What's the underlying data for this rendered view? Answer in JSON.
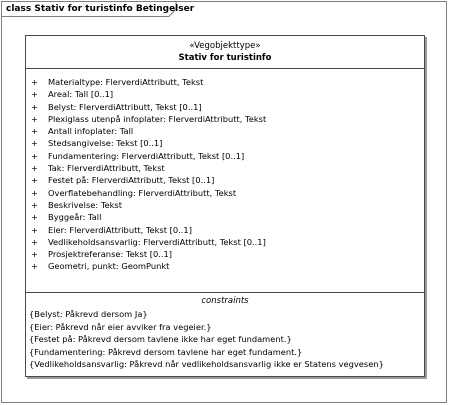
{
  "frame": {
    "title": "class Stativ for turistinfo Betingelser"
  },
  "class": {
    "stereotype": "«Vegobjekttype»",
    "name": "Stativ for turistinfo",
    "attributes": [
      {
        "visibility": "+",
        "text": "Materialtype: FlerverdiAttributt, Tekst"
      },
      {
        "visibility": "+",
        "text": "Areal: Tall [0..1]"
      },
      {
        "visibility": "+",
        "text": "Belyst: FlerverdiAttributt, Tekst [0..1]"
      },
      {
        "visibility": "+",
        "text": "Plexiglass utenpå infoplater: FlerverdiAttributt, Tekst"
      },
      {
        "visibility": "+",
        "text": "Antall infoplater: Tall"
      },
      {
        "visibility": "+",
        "text": "Stedsangivelse: Tekst [0..1]"
      },
      {
        "visibility": "+",
        "text": "Fundamentering: FlerverdiAttributt, Tekst [0..1]"
      },
      {
        "visibility": "+",
        "text": "Tak: FlerverdiAttributt, Tekst"
      },
      {
        "visibility": "+",
        "text": "Festet på: FlerverdiAttributt, Tekst [0..1]"
      },
      {
        "visibility": "+",
        "text": "Overflatebehandling: FlerverdiAttributt, Tekst"
      },
      {
        "visibility": "+",
        "text": "Beskrivelse: Tekst"
      },
      {
        "visibility": "+",
        "text": "Byggeår: Tall"
      },
      {
        "visibility": "+",
        "text": "Eier: FlerverdiAttributt, Tekst [0..1]"
      },
      {
        "visibility": "+",
        "text": "Vedlikeholdsansvarlig: FlerverdiAttributt, Tekst [0..1]"
      },
      {
        "visibility": "+",
        "text": "Prosjektreferanse: Tekst [0..1]"
      },
      {
        "visibility": "+",
        "text": "Geometri, punkt: GeomPunkt"
      }
    ],
    "constraints_title": "constraints",
    "constraints": [
      "{Belyst: Påkrevd dersom Ja}",
      "{Eier: Påkrevd når eier avviker fra vegeier.}",
      "{Festet på: Påkrevd dersom tavlene ikke har eget fundament.}",
      "{Fundamentering: Påkrevd dersom tavlene har eget fundament.}",
      "{Vedlikeholdsansvarlig: Påkrevd når vedlikeholdsansvarlig ikke er Statens vegvesen}"
    ]
  }
}
